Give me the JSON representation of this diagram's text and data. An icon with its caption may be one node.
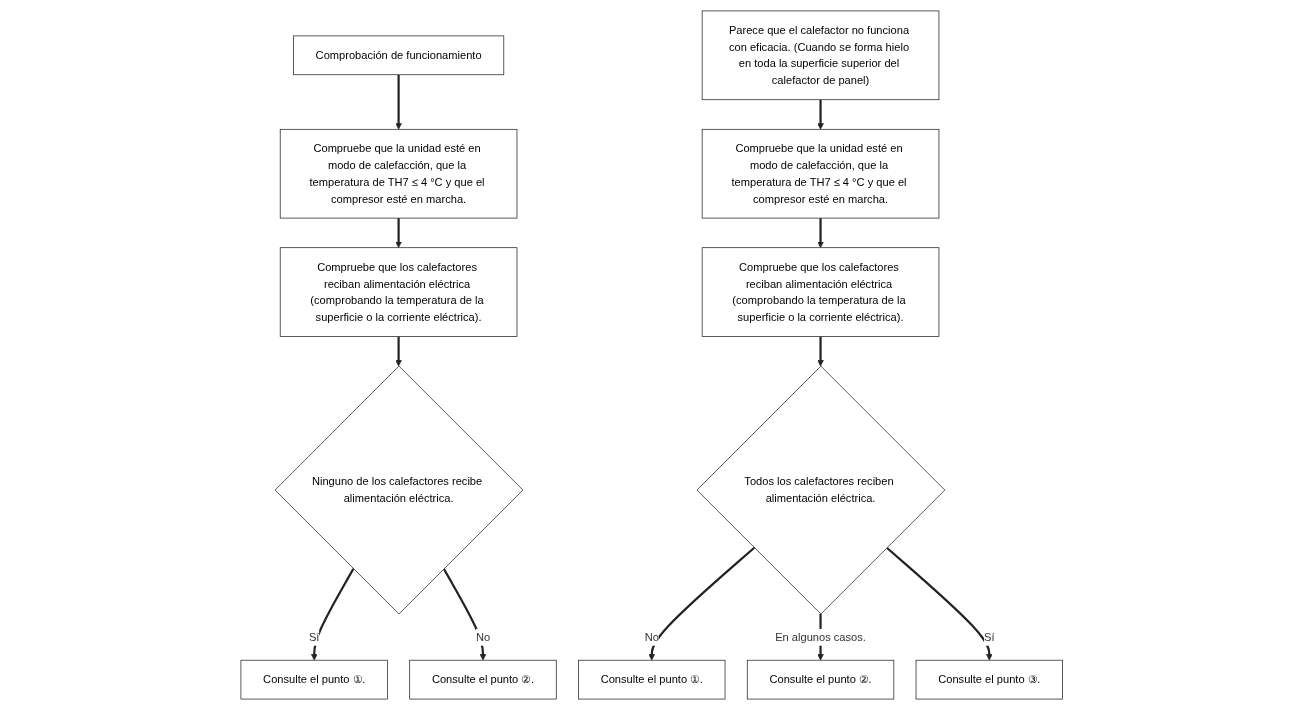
{
  "diagram": {
    "nodes": [
      {
        "text": [
          "Comprobación de funcionamiento"
        ]
      },
      {
        "text": [
          "Compruebe que la unidad esté en modo de calefacción, que la temperatura de TH7 ≤ 4 °C y que el compresor esté en marcha."
        ]
      },
      {
        "text": [
          "Compruebe que los calefactores reciban alimentación eléctrica (comprobando la temperatura de la superficie o la corriente eléctrica)."
        ]
      },
      {
        "text": [
          "Ninguno de los calefactores recibe alimentación eléctrica."
        ]
      },
      {
        "text": [
          "Consulte el punto ①."
        ]
      },
      {
        "text": [
          "Consulte el punto ②."
        ]
      },
      {
        "text": [
          "Parece que el calefactor no funciona con eficacia. (Cuando se forma hielo en toda la superficie superior del calefactor de panel)"
        ]
      },
      {
        "text": [
          "Compruebe que la unidad esté en modo de calefacción, que la temperatura de TH7 ≤ 4 °C y que el compresor esté en marcha."
        ]
      },
      {
        "text": [
          "Compruebe que los calefactores reciban alimentación eléctrica (comprobando la temperatura de la superficie o la corriente eléctrica)."
        ]
      },
      {
        "text": [
          "Todos los calefactores reciben alimentación eléctrica."
        ]
      },
      {
        "text": [
          "Consulte el punto ①."
        ]
      },
      {
        "text": [
          "Consulte el punto ②."
        ]
      },
      {
        "text": [
          "Consulte el punto ③."
        ]
      }
    ],
    "edges": [
      {
        "from": 0,
        "to": 1,
        "arrow": "to"
      },
      {
        "from": 1,
        "to": 2,
        "arrow": "to"
      },
      {
        "from": 2,
        "to": 3,
        "arrow": "to"
      },
      {
        "from": 3,
        "to": 4,
        "arrow": "to",
        "label": "Sí"
      },
      {
        "from": 3,
        "to": 5,
        "arrow": "to",
        "label": "No"
      },
      {
        "from": 6,
        "to": 7,
        "arrow": "to"
      },
      {
        "from": 7,
        "to": 8,
        "arrow": "to"
      },
      {
        "from": 8,
        "to": 9,
        "arrow": "to"
      },
      {
        "from": 9,
        "to": 10,
        "arrow": "to",
        "label": "No"
      },
      {
        "from": 9,
        "to": 11,
        "arrow": "to",
        "label": "En algunos casos."
      },
      {
        "from": 9,
        "to": 12,
        "arrow": "to",
        "label": "Sí"
      }
    ]
  }
}
